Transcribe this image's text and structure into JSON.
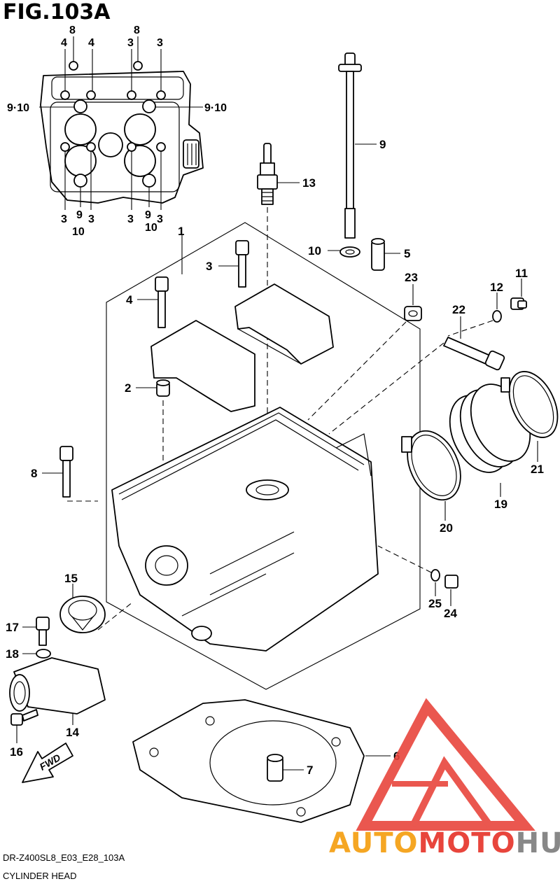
{
  "figure": {
    "title": "FIG.103A",
    "code": "DR-Z400SL8_E03_E28_103A",
    "caption": "CYLINDER HEAD"
  },
  "watermark": {
    "brand_part1": "AUTO",
    "brand_part2": "MOTO",
    "brand_part3": "HUB",
    "color_red": "#e8453c",
    "color_orange": "#f5a623",
    "color_gray": "#888888"
  },
  "inset_labels": {
    "top": [
      "8",
      "8",
      "4",
      "4",
      "3",
      "3"
    ],
    "side_left": "9·10",
    "side_right": "9·10",
    "bottom": [
      "3",
      "9",
      "3",
      "3",
      "9",
      "3"
    ],
    "bottom_sub": [
      "10",
      "10"
    ]
  },
  "parts": [
    {
      "no": "1"
    },
    {
      "no": "2"
    },
    {
      "no": "3"
    },
    {
      "no": "4"
    },
    {
      "no": "5"
    },
    {
      "no": "6"
    },
    {
      "no": "7"
    },
    {
      "no": "8"
    },
    {
      "no": "9"
    },
    {
      "no": "10"
    },
    {
      "no": "11"
    },
    {
      "no": "12"
    },
    {
      "no": "13"
    },
    {
      "no": "14"
    },
    {
      "no": "15"
    },
    {
      "no": "16"
    },
    {
      "no": "17"
    },
    {
      "no": "18"
    },
    {
      "no": "19"
    },
    {
      "no": "20"
    },
    {
      "no": "21"
    },
    {
      "no": "22"
    },
    {
      "no": "23"
    },
    {
      "no": "24"
    },
    {
      "no": "25"
    }
  ],
  "fwd_label": "FWD"
}
